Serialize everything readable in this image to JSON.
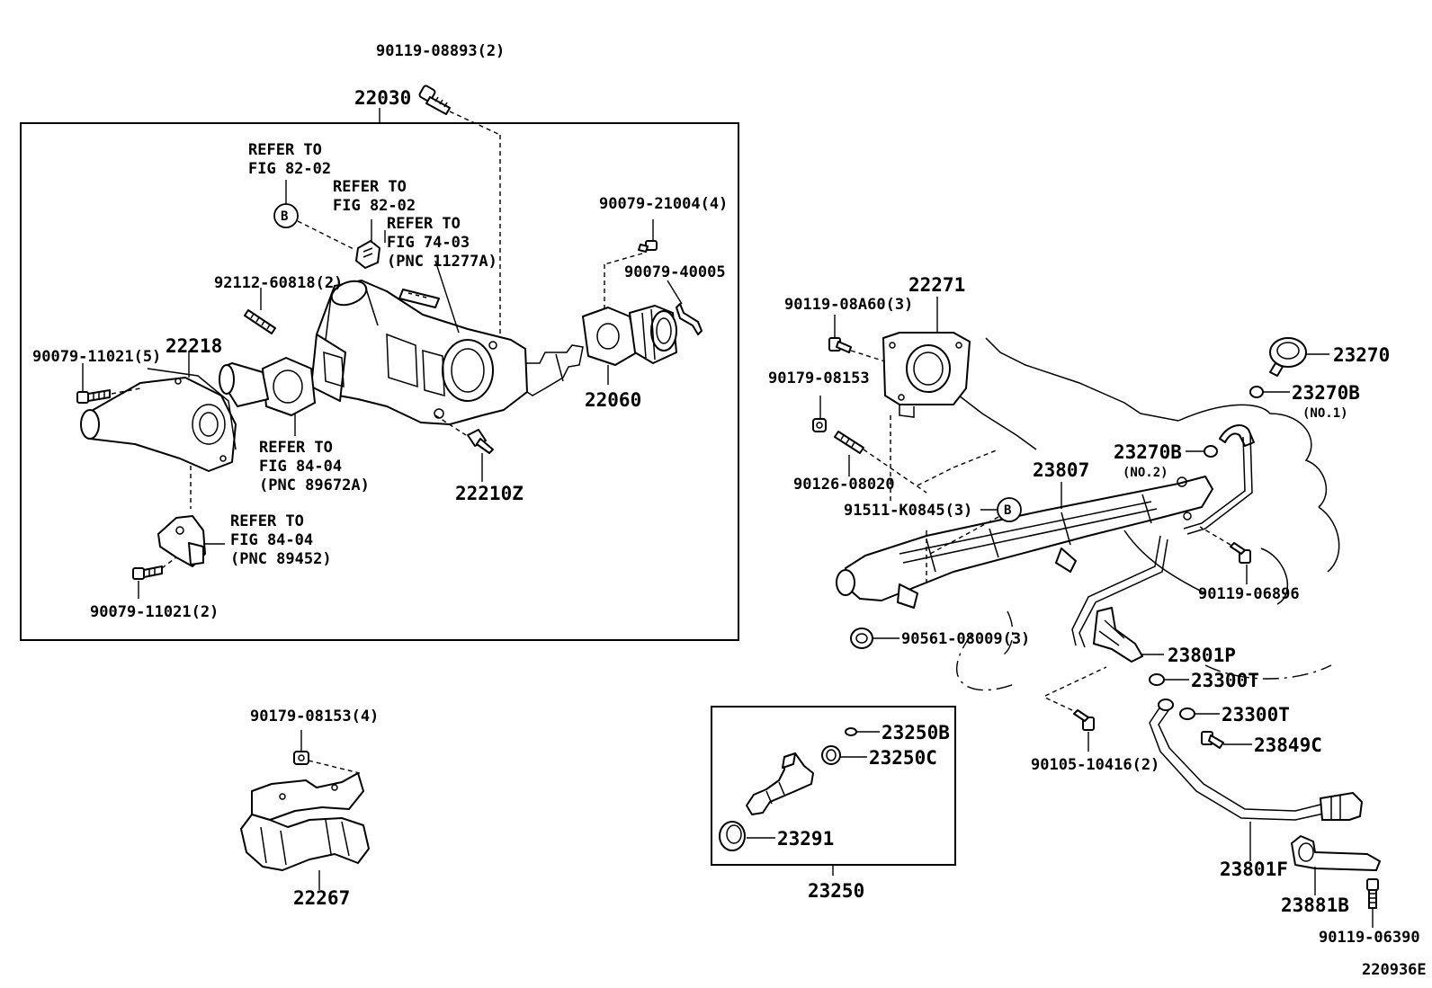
{
  "diagram_id": "220936E",
  "callouts": {
    "c_90119_08893": "90119-08893(2)",
    "c_22030": "22030",
    "refer_82_02_a_line1": "REFER TO",
    "refer_82_02_a_line2": "FIG 82-02",
    "refer_82_02_b_line1": "REFER TO",
    "refer_82_02_b_line2": "FIG 82-02",
    "refer_74_03_line1": "REFER TO",
    "refer_74_03_line2": "FIG 74-03",
    "refer_74_03_line3": "(PNC 11277A)",
    "marker_b": "B",
    "c_90079_21004": "90079-21004(4)",
    "c_92112_60818": "92112-60818(2)",
    "c_90079_40005": "90079-40005",
    "c_90079_11021_5": "90079-11021(5)",
    "c_22218": "22218",
    "c_22060": "22060",
    "refer_84_04_a_line1": "REFER TO",
    "refer_84_04_a_line2": "FIG 84-04",
    "refer_84_04_a_line3": "(PNC 89672A)",
    "c_22210z": "22210Z",
    "refer_84_04_b_line1": "REFER TO",
    "refer_84_04_b_line2": "FIG 84-04",
    "refer_84_04_b_line3": "(PNC 89452)",
    "c_90079_11021_2": "90079-11021(2)",
    "c_90179_08153_4": "90179-08153(4)",
    "c_22267": "22267",
    "c_22271": "22271",
    "c_90119_08a60": "90119-08A60(3)",
    "c_90179_08153": "90179-08153",
    "c_90126_08020": "90126-08020",
    "c_23270": "23270",
    "c_23270b_1": "23270B",
    "c_no1": "(NO.1)",
    "c_23270b_2": "23270B",
    "c_no2": "(NO.2)",
    "c_23807": "23807",
    "c_91511_k0845": "91511-K0845(3)",
    "c_90119_06896": "90119-06896",
    "c_90561_08009": "90561-08009(3)",
    "c_23801p": "23801P",
    "c_23300t_1": "23300T",
    "c_23300t_2": "23300T",
    "c_23849c": "23849C",
    "c_90105_10416": "90105-10416(2)",
    "c_23250b": "23250B",
    "c_23250c": "23250C",
    "c_23291": "23291",
    "c_23250": "23250",
    "c_23801f": "23801F",
    "c_23881b": "23881B",
    "c_90119_06390": "90119-06390"
  }
}
